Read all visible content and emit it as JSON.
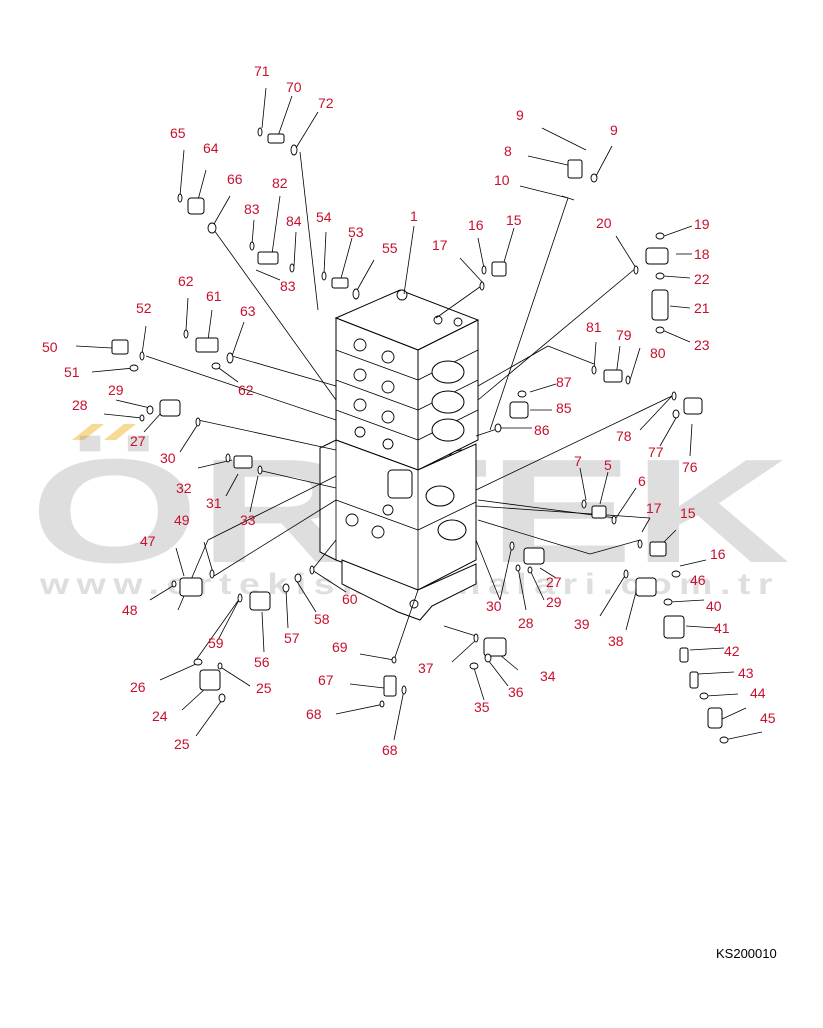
{
  "diagram_code": "KS200010",
  "watermark": {
    "brand": "ÖRTEK",
    "url": "www.ortekismakinalari.com.tr"
  },
  "colors": {
    "callout": "#c8102e",
    "watermark": "#8c8c8c",
    "watermark_accent": "#f2c14e"
  },
  "callouts": [
    {
      "text": "71"
    },
    {
      "text": "70"
    },
    {
      "text": "72"
    },
    {
      "text": "9"
    },
    {
      "text": "9"
    },
    {
      "text": "8"
    },
    {
      "text": "10"
    },
    {
      "text": "65"
    },
    {
      "text": "64"
    },
    {
      "text": "66"
    },
    {
      "text": "82"
    },
    {
      "text": "83"
    },
    {
      "text": "84"
    },
    {
      "text": "83"
    },
    {
      "text": "54"
    },
    {
      "text": "53"
    },
    {
      "text": "55"
    },
    {
      "text": "1"
    },
    {
      "text": "16"
    },
    {
      "text": "15"
    },
    {
      "text": "17"
    },
    {
      "text": "20"
    },
    {
      "text": "19"
    },
    {
      "text": "18"
    },
    {
      "text": "22"
    },
    {
      "text": "21"
    },
    {
      "text": "23"
    },
    {
      "text": "62"
    },
    {
      "text": "61"
    },
    {
      "text": "63"
    },
    {
      "text": "62"
    },
    {
      "text": "52"
    },
    {
      "text": "50"
    },
    {
      "text": "51"
    },
    {
      "text": "29"
    },
    {
      "text": "28"
    },
    {
      "text": "27"
    },
    {
      "text": "30"
    },
    {
      "text": "81"
    },
    {
      "text": "79"
    },
    {
      "text": "80"
    },
    {
      "text": "87"
    },
    {
      "text": "85"
    },
    {
      "text": "86"
    },
    {
      "text": "78"
    },
    {
      "text": "77"
    },
    {
      "text": "76"
    },
    {
      "text": "7"
    },
    {
      "text": "5"
    },
    {
      "text": "6"
    },
    {
      "text": "32"
    },
    {
      "text": "31"
    },
    {
      "text": "33"
    },
    {
      "text": "17"
    },
    {
      "text": "15"
    },
    {
      "text": "16"
    },
    {
      "text": "46"
    },
    {
      "text": "49"
    },
    {
      "text": "47"
    },
    {
      "text": "48"
    },
    {
      "text": "59"
    },
    {
      "text": "56"
    },
    {
      "text": "57"
    },
    {
      "text": "58"
    },
    {
      "text": "60"
    },
    {
      "text": "27"
    },
    {
      "text": "30"
    },
    {
      "text": "29"
    },
    {
      "text": "28"
    },
    {
      "text": "39"
    },
    {
      "text": "38"
    },
    {
      "text": "40"
    },
    {
      "text": "41"
    },
    {
      "text": "42"
    },
    {
      "text": "43"
    },
    {
      "text": "44"
    },
    {
      "text": "45"
    },
    {
      "text": "69"
    },
    {
      "text": "67"
    },
    {
      "text": "68"
    },
    {
      "text": "68"
    },
    {
      "text": "37"
    },
    {
      "text": "34"
    },
    {
      "text": "36"
    },
    {
      "text": "35"
    },
    {
      "text": "26"
    },
    {
      "text": "25"
    },
    {
      "text": "24"
    },
    {
      "text": "25"
    }
  ]
}
